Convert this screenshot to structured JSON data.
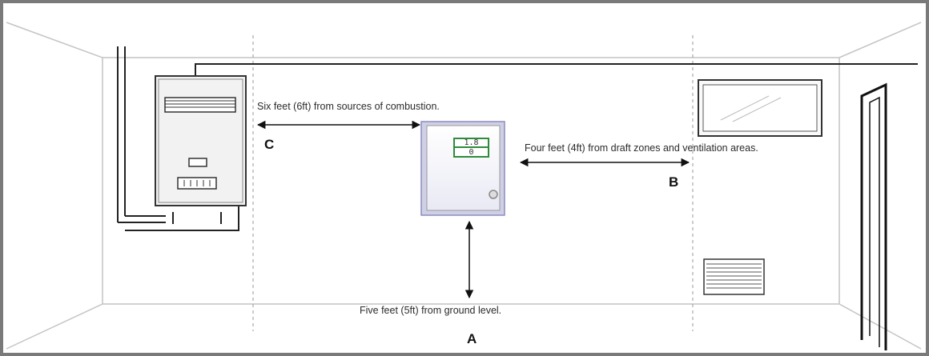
{
  "labels": {
    "combustion": "Six  feet (6ft) from sources of combustion.",
    "draft": "Four feet (4ft) from draft zones and ventilation areas.",
    "ground": "Five feet (5ft) from ground level."
  },
  "markers": {
    "a": "A",
    "b": "B",
    "c": "C"
  },
  "control_panel": {
    "reading_top": "1.8",
    "reading_bottom": "0"
  },
  "colors": {
    "border": "#7a7a7a",
    "panel_face": "#f4f4fb",
    "panel_edge": "#b8b8d8",
    "display_green": "#2e8b3a"
  },
  "icons": {
    "water_heater": "tankless-water-heater-icon",
    "window": "window-icon",
    "vent": "wall-vent-icon",
    "door": "door-icon",
    "control": "wall-control-panel-icon"
  }
}
